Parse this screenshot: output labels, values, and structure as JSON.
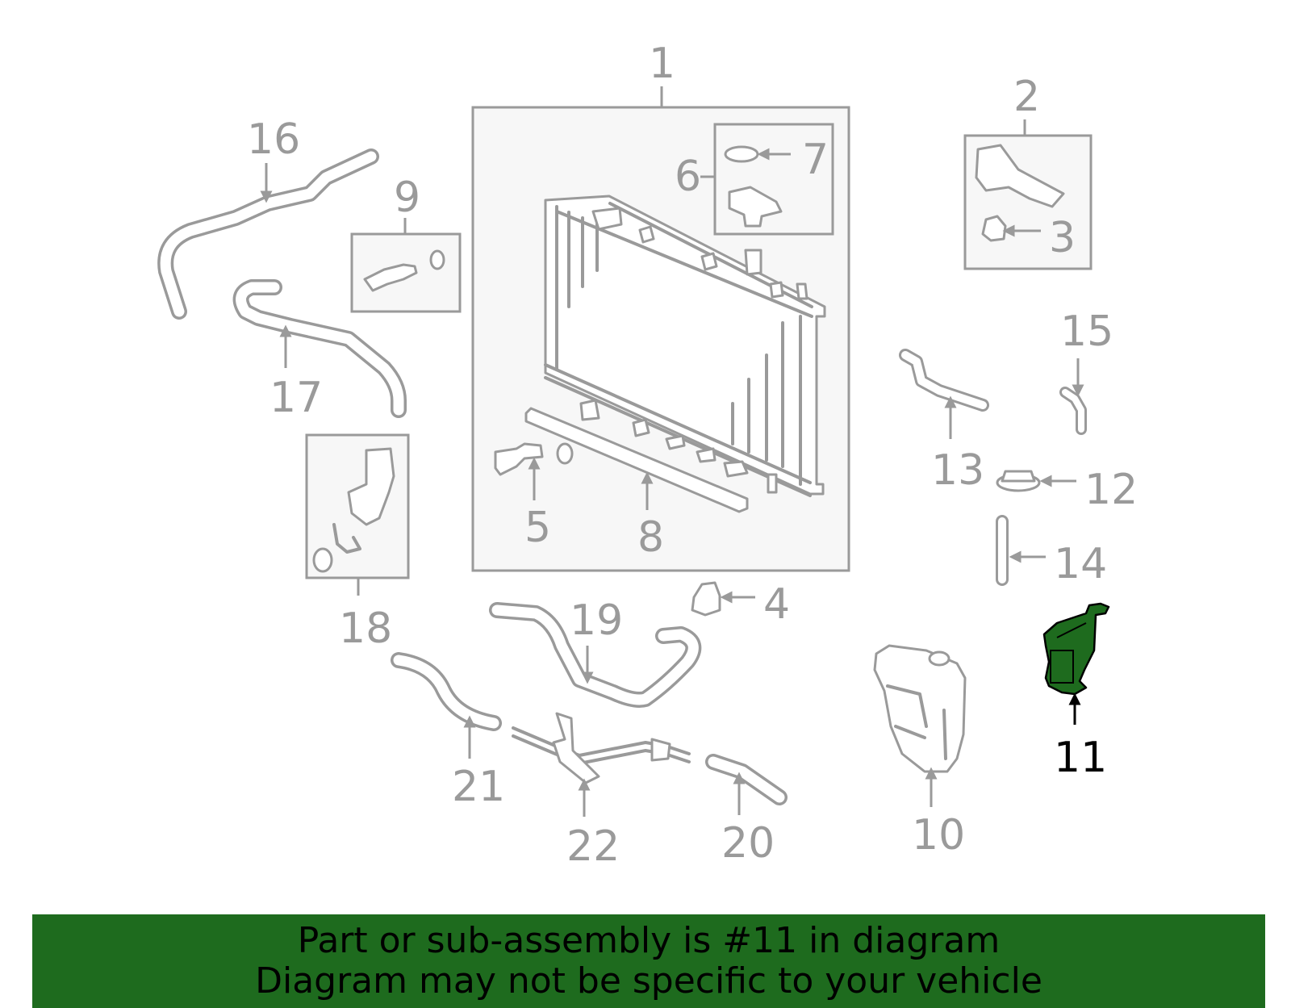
{
  "callouts": [
    "1",
    "2",
    "3",
    "4",
    "5",
    "6",
    "7",
    "8",
    "9",
    "10",
    "11",
    "12",
    "13",
    "14",
    "15",
    "16",
    "17",
    "18",
    "19",
    "20",
    "21",
    "22"
  ],
  "highlight": {
    "number": "11",
    "color": "#1e6b1e"
  },
  "colors": {
    "line": "#9a9a9a",
    "box_fill": "#f7f7f7",
    "footer_bg": "#1e6b1e"
  },
  "footer": {
    "line1": "Part or sub-assembly is #11 in diagram",
    "line2": "Diagram may not be specific to your vehicle"
  }
}
